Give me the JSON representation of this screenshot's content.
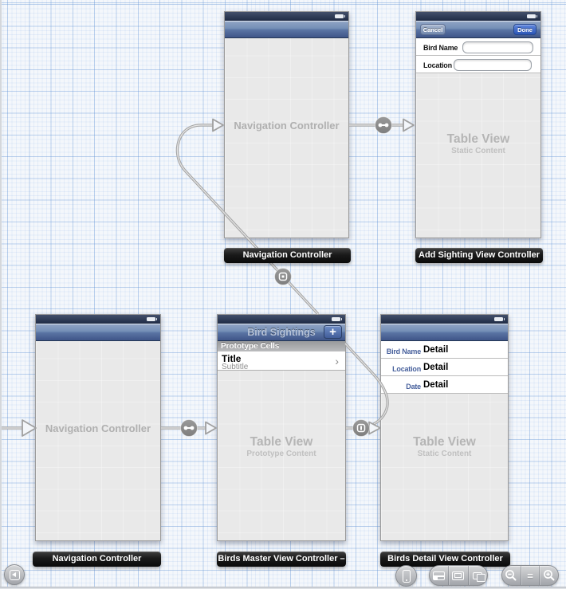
{
  "colors": {
    "canvas_bg": "#f4f7fb",
    "grid_blue": "#6092d4",
    "statusbar": "#1f2b45",
    "navbar_blue": "#3f5588",
    "done_button_blue": "#2c56b6",
    "scene_label_bg": "#0a0a0a",
    "segue_line_gray": "#a6a6a6",
    "detail_label_blue": "#47609c",
    "watermark_gray": "#b0b0b0"
  },
  "scenes": {
    "nav_top": {
      "watermark": "Navigation Controller",
      "label": "Navigation Controller"
    },
    "add_sighting": {
      "cancel_button": "Cancel",
      "done_button": "Done",
      "field1_label": "Bird Name",
      "field1_value": "",
      "field2_label": "Location",
      "field2_value": "",
      "watermark_title": "Table View",
      "watermark_subtitle": "Static Content",
      "label": "Add Sighting View Controller"
    },
    "nav_left": {
      "watermark": "Navigation Controller",
      "label": "Navigation Controller"
    },
    "master": {
      "nav_title": "Bird Sightings",
      "add_button": "+",
      "section_header": "Prototype Cells",
      "cell_title": "Title",
      "cell_subtitle": "Subtitle",
      "cell_accessory": "›",
      "watermark_title": "Table View",
      "watermark_subtitle": "Prototype Content",
      "label": "Birds Master View Controller –"
    },
    "detail": {
      "rows": [
        {
          "label": "Bird Name",
          "value": "Detail"
        },
        {
          "label": "Location",
          "value": "Detail"
        },
        {
          "label": "Date",
          "value": "Detail"
        }
      ],
      "watermark_title": "Table View",
      "watermark_subtitle": "Static Content",
      "label": "Birds Detail View Controller"
    }
  },
  "toolbar": {
    "outline_toggle_icon": "collapse-document-outline",
    "device_icon": "iphone-form-factor",
    "editor_icons": [
      "standard-editor",
      "assistant-editor",
      "version-editor"
    ],
    "zoom_out_icon": "magnifier-minus",
    "zoom_fit_label": "=",
    "zoom_in_icon": "magnifier-plus"
  }
}
